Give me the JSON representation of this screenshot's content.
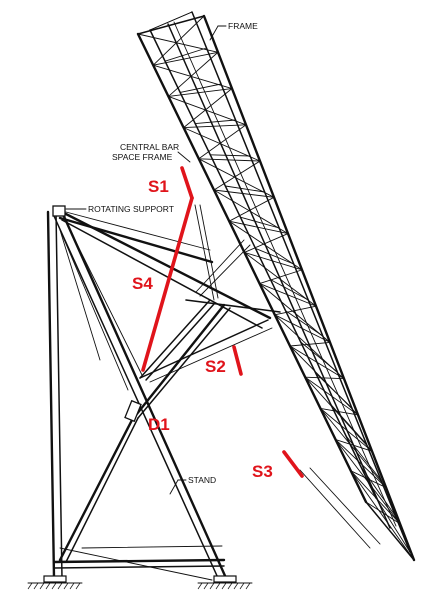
{
  "labels": {
    "frame": "FRAME",
    "central_bar_line1": "CENTRAL BAR",
    "central_bar_line2": "SPACE FRAME",
    "rotating_support": "ROTATING SUPPORT",
    "stand": "STAND"
  },
  "members": {
    "s1": "S1",
    "s2": "S2",
    "s3": "S3",
    "s4": "S4",
    "d1": "D1"
  },
  "colors": {
    "drawing": "#111111",
    "highlight": "#e0141b",
    "background": "#ffffff"
  }
}
